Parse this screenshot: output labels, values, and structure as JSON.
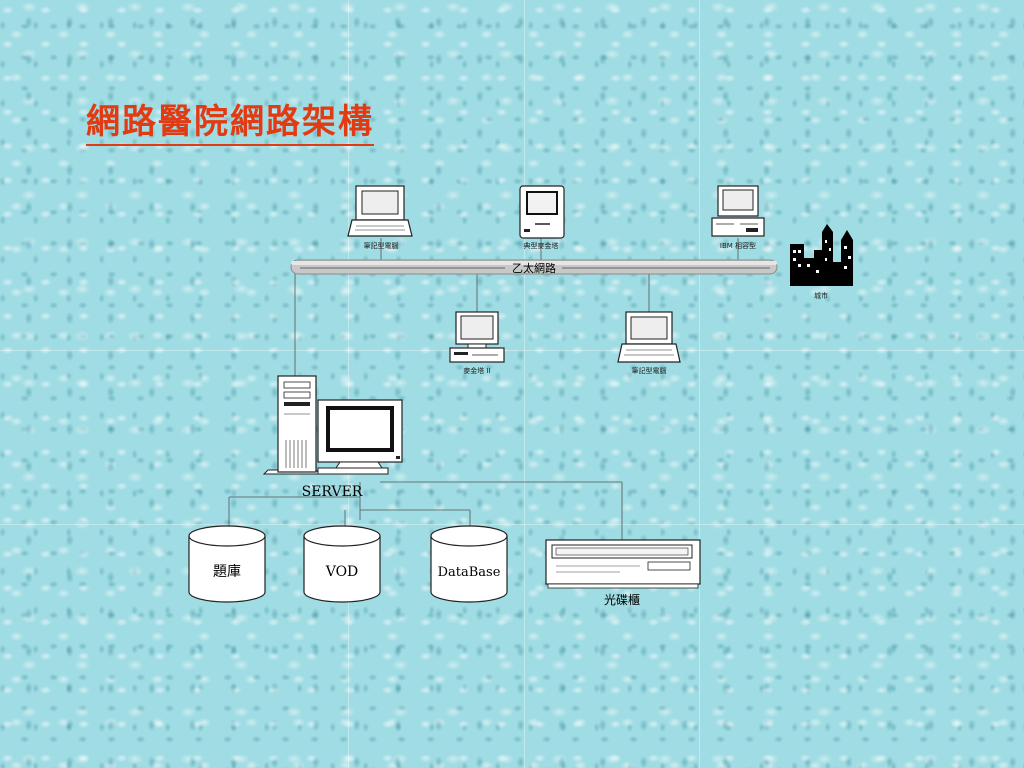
{
  "slide": {
    "title": "網路醫院網路架構"
  },
  "network": {
    "backbone_label": "乙太網路",
    "nodes": {
      "laptop_top": "筆記型電腦",
      "mac_desktop": "典型麥金塔",
      "ibm_pc": "IBM 相容型",
      "city": "城市",
      "mac_ii": "麥金塔 II",
      "laptop_bottom": "筆記型電腦",
      "server": "SERVER",
      "db_questions": "題庫",
      "db_vod": "VOD",
      "db_database": "DataBase",
      "disc_cabinet": "光碟櫃"
    }
  },
  "colors": {
    "title": "#e23b14",
    "background": "#9fdce3",
    "backbone": "#c8c8c8"
  }
}
